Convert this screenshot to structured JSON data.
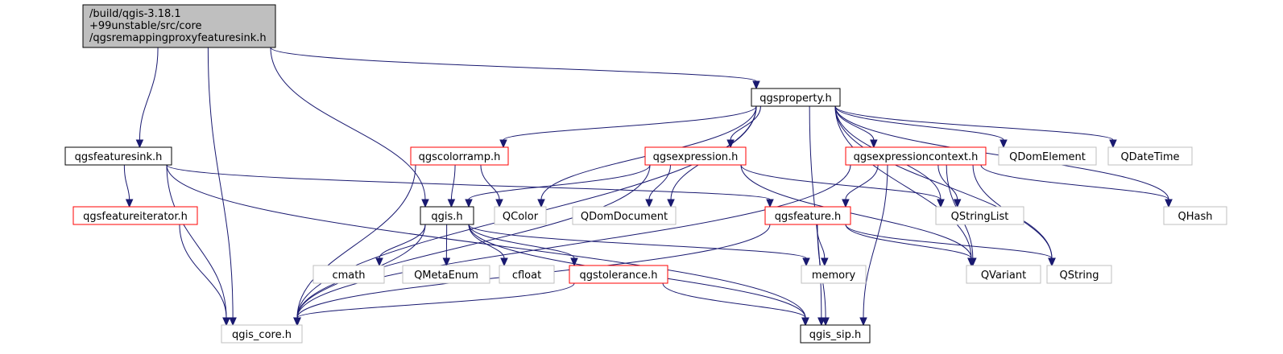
{
  "colors": {
    "edge": "#191970",
    "root_fill": "#bfbfbf",
    "root_stroke": "#000000",
    "file_stroke": "#000000",
    "truncated_stroke": "#ff0000",
    "external_stroke": "#bfbfbf",
    "node_fill": "#ffffff"
  },
  "nodes": [
    {
      "id": "root",
      "kind": "root",
      "lines": [
        "/build/qgis-3.18.1",
        "+99unstable/src/core",
        "/qgsremappingproxyfeaturesink.h"
      ]
    },
    {
      "id": "qgsproperty",
      "kind": "file",
      "lines": [
        "qgsproperty.h"
      ]
    },
    {
      "id": "qgsfeaturesink",
      "kind": "file",
      "lines": [
        "qgsfeaturesink.h"
      ]
    },
    {
      "id": "qgscolorramp",
      "kind": "truncated",
      "lines": [
        "qgscolorramp.h"
      ]
    },
    {
      "id": "qgsexpression",
      "kind": "truncated",
      "lines": [
        "qgsexpression.h"
      ]
    },
    {
      "id": "qgsexpressioncontext",
      "kind": "truncated",
      "lines": [
        "qgsexpressioncontext.h"
      ]
    },
    {
      "id": "QDomElement",
      "kind": "external",
      "lines": [
        "QDomElement"
      ]
    },
    {
      "id": "QDateTime",
      "kind": "external",
      "lines": [
        "QDateTime"
      ]
    },
    {
      "id": "qgsfeatureiterator",
      "kind": "truncated",
      "lines": [
        "qgsfeatureiterator.h"
      ]
    },
    {
      "id": "qgis",
      "kind": "file",
      "lines": [
        "qgis.h"
      ]
    },
    {
      "id": "QColor",
      "kind": "external",
      "lines": [
        "QColor"
      ]
    },
    {
      "id": "QDomDocument",
      "kind": "external",
      "lines": [
        "QDomDocument"
      ]
    },
    {
      "id": "qgsfeature",
      "kind": "truncated",
      "lines": [
        "qgsfeature.h"
      ]
    },
    {
      "id": "QStringList",
      "kind": "external",
      "lines": [
        "QStringList"
      ]
    },
    {
      "id": "QHash",
      "kind": "external",
      "lines": [
        "QHash"
      ]
    },
    {
      "id": "cmath",
      "kind": "external",
      "lines": [
        "cmath"
      ]
    },
    {
      "id": "QMetaEnum",
      "kind": "external",
      "lines": [
        "QMetaEnum"
      ]
    },
    {
      "id": "cfloat",
      "kind": "external",
      "lines": [
        "cfloat"
      ]
    },
    {
      "id": "qgstolerance",
      "kind": "truncated",
      "lines": [
        "qgstolerance.h"
      ]
    },
    {
      "id": "memory",
      "kind": "external",
      "lines": [
        "memory"
      ]
    },
    {
      "id": "QVariant",
      "kind": "external",
      "lines": [
        "QVariant"
      ]
    },
    {
      "id": "QString",
      "kind": "external",
      "lines": [
        "QString"
      ]
    },
    {
      "id": "qgis_core",
      "kind": "external",
      "lines": [
        "qgis_core.h"
      ]
    },
    {
      "id": "qgis_sip",
      "kind": "file",
      "lines": [
        "qgis_sip.h"
      ]
    }
  ],
  "edges": [
    {
      "from": "root",
      "to": "qgsproperty"
    },
    {
      "from": "root",
      "to": "qgsfeaturesink"
    },
    {
      "from": "root",
      "to": "qgis"
    },
    {
      "from": "root",
      "to": "qgis_core"
    },
    {
      "from": "qgsproperty",
      "to": "qgis_core"
    },
    {
      "from": "qgsproperty",
      "to": "qgscolorramp"
    },
    {
      "from": "qgsproperty",
      "to": "qgsexpression"
    },
    {
      "from": "qgsproperty",
      "to": "qgsexpressioncontext"
    },
    {
      "from": "qgsproperty",
      "to": "QDomElement"
    },
    {
      "from": "qgsproperty",
      "to": "QDateTime"
    },
    {
      "from": "qgsproperty",
      "to": "QColor"
    },
    {
      "from": "qgsproperty",
      "to": "QDomDocument"
    },
    {
      "from": "qgsproperty",
      "to": "QStringList"
    },
    {
      "from": "qgsproperty",
      "to": "QVariant"
    },
    {
      "from": "qgsproperty",
      "to": "QHash"
    },
    {
      "from": "qgsproperty",
      "to": "QString"
    },
    {
      "from": "qgsproperty",
      "to": "qgis_sip"
    },
    {
      "from": "qgsfeaturesink",
      "to": "qgsfeatureiterator"
    },
    {
      "from": "qgsfeaturesink",
      "to": "qgis_core"
    },
    {
      "from": "qgsfeaturesink",
      "to": "qgsfeature"
    },
    {
      "from": "qgsfeaturesink",
      "to": "qgis_sip"
    },
    {
      "from": "qgsfeatureiterator",
      "to": "qgis_core"
    },
    {
      "from": "qgscolorramp",
      "to": "qgis"
    },
    {
      "from": "qgscolorramp",
      "to": "QColor"
    },
    {
      "from": "qgscolorramp",
      "to": "qgis_core"
    },
    {
      "from": "qgsexpression",
      "to": "qgis"
    },
    {
      "from": "qgsexpression",
      "to": "QDomDocument"
    },
    {
      "from": "qgsexpression",
      "to": "QStringList"
    },
    {
      "from": "qgsexpression",
      "to": "QVariant"
    },
    {
      "from": "qgsexpression",
      "to": "qgis_core"
    },
    {
      "from": "qgsexpressioncontext",
      "to": "qgsfeature"
    },
    {
      "from": "qgsexpressioncontext",
      "to": "QStringList"
    },
    {
      "from": "qgsexpressioncontext",
      "to": "QHash"
    },
    {
      "from": "qgsexpressioncontext",
      "to": "QVariant"
    },
    {
      "from": "qgsexpressioncontext",
      "to": "QString"
    },
    {
      "from": "qgsexpressioncontext",
      "to": "qgis_core"
    },
    {
      "from": "qgsexpressioncontext",
      "to": "qgis_sip"
    },
    {
      "from": "qgis",
      "to": "cmath"
    },
    {
      "from": "qgis",
      "to": "QMetaEnum"
    },
    {
      "from": "qgis",
      "to": "cfloat"
    },
    {
      "from": "qgis",
      "to": "qgstolerance"
    },
    {
      "from": "qgis",
      "to": "memory"
    },
    {
      "from": "qgis",
      "to": "qgis_core"
    },
    {
      "from": "qgis",
      "to": "qgis_sip"
    },
    {
      "from": "qgsfeature",
      "to": "memory"
    },
    {
      "from": "qgsfeature",
      "to": "QVariant"
    },
    {
      "from": "qgsfeature",
      "to": "QString"
    },
    {
      "from": "qgsfeature",
      "to": "qgis_core"
    },
    {
      "from": "qgsfeature",
      "to": "qgis_sip"
    },
    {
      "from": "qgstolerance",
      "to": "qgis_core"
    },
    {
      "from": "qgstolerance",
      "to": "qgis_sip"
    }
  ]
}
